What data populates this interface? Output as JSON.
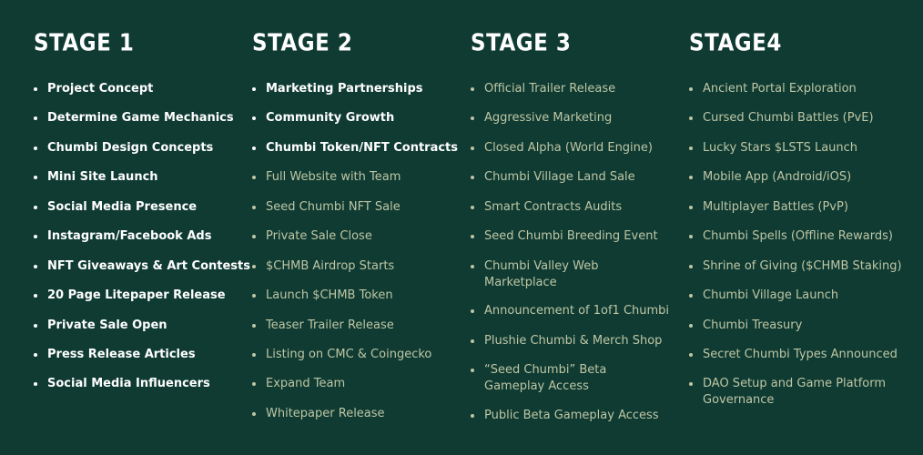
{
  "stages": [
    {
      "title": "STAGE 1",
      "items": [
        {
          "label": "Project Concept",
          "status": "done"
        },
        {
          "label": "Determine Game Mechanics",
          "status": "done"
        },
        {
          "label": "Chumbi Design Concepts",
          "status": "done"
        },
        {
          "label": "Mini Site Launch",
          "status": "done"
        },
        {
          "label": "Social Media Presence",
          "status": "done"
        },
        {
          "label": "Instagram/Facebook Ads",
          "status": "done"
        },
        {
          "label": "NFT Giveaways & Art Contests",
          "status": "done"
        },
        {
          "label": "20 Page Litepaper Release",
          "status": "done"
        },
        {
          "label": "Private Sale Open",
          "status": "done"
        },
        {
          "label": "Press Release Articles",
          "status": "done"
        },
        {
          "label": "Social Media Influencers",
          "status": "done"
        }
      ]
    },
    {
      "title": "STAGE 2",
      "items": [
        {
          "label": "Marketing Partnerships",
          "status": "done"
        },
        {
          "label": "Community Growth",
          "status": "done"
        },
        {
          "label": "Chumbi Token/NFT Contracts",
          "status": "done"
        },
        {
          "label": "Full Website with Team",
          "status": "pending"
        },
        {
          "label": "Seed Chumbi NFT Sale",
          "status": "pending"
        },
        {
          "label": "Private Sale Close",
          "status": "pending"
        },
        {
          "label": "$CHMB Airdrop Starts",
          "status": "pending"
        },
        {
          "label": "Launch $CHMB Token",
          "status": "pending"
        },
        {
          "label": "Teaser Trailer Release",
          "status": "pending"
        },
        {
          "label": "Listing on CMC & Coingecko",
          "status": "pending"
        },
        {
          "label": "Expand Team",
          "status": "pending"
        },
        {
          "label": "Whitepaper Release",
          "status": "pending"
        }
      ]
    },
    {
      "title": "STAGE 3",
      "items": [
        {
          "label": "Official Trailer Release",
          "status": "pending"
        },
        {
          "label": "Aggressive Marketing",
          "status": "pending"
        },
        {
          "label": "Closed Alpha (World Engine)",
          "status": "pending"
        },
        {
          "label": "Chumbi Village Land Sale",
          "status": "pending"
        },
        {
          "label": "Smart Contracts Audits",
          "status": "pending"
        },
        {
          "label": "Seed Chumbi Breeding Event",
          "status": "pending"
        },
        {
          "label": "Chumbi Valley Web",
          "label2": "Marketplace",
          "status": "pending"
        },
        {
          "label": "Announcement of 1of1 Chumbi",
          "status": "pending"
        },
        {
          "label": "Plushie Chumbi & Merch Shop",
          "status": "pending"
        },
        {
          "label": "“Seed Chumbi” Beta",
          "label2": "Gameplay Access",
          "status": "pending"
        },
        {
          "label": "Public Beta Gameplay Access",
          "status": "pending"
        }
      ]
    },
    {
      "title": "STAGE4",
      "items": [
        {
          "label": "Ancient Portal Exploration",
          "status": "pending"
        },
        {
          "label": "Cursed Chumbi Battles (PvE)",
          "status": "pending"
        },
        {
          "label": "Lucky Stars $LSTS Launch",
          "status": "pending"
        },
        {
          "label": "Mobile App (Android/iOS)",
          "status": "pending"
        },
        {
          "label": "Multiplayer Battles (PvP)",
          "status": "pending"
        },
        {
          "label": "Chumbi Spells (Offline Rewards)",
          "status": "pending"
        },
        {
          "label": "Shrine of Giving ($CHMB Staking)",
          "status": "pending"
        },
        {
          "label": "Chumbi Village Launch",
          "status": "pending"
        },
        {
          "label": "Chumbi Treasury",
          "status": "pending"
        },
        {
          "label": "Secret Chumbi Types Announced",
          "status": "pending"
        },
        {
          "label": "DAO Setup and Game Platform",
          "label2": "Governance",
          "status": "pending"
        }
      ]
    }
  ],
  "colors": {
    "background": "#0f3b33",
    "done_text": "#ffffff",
    "pending_text": "#bfc6a4"
  }
}
